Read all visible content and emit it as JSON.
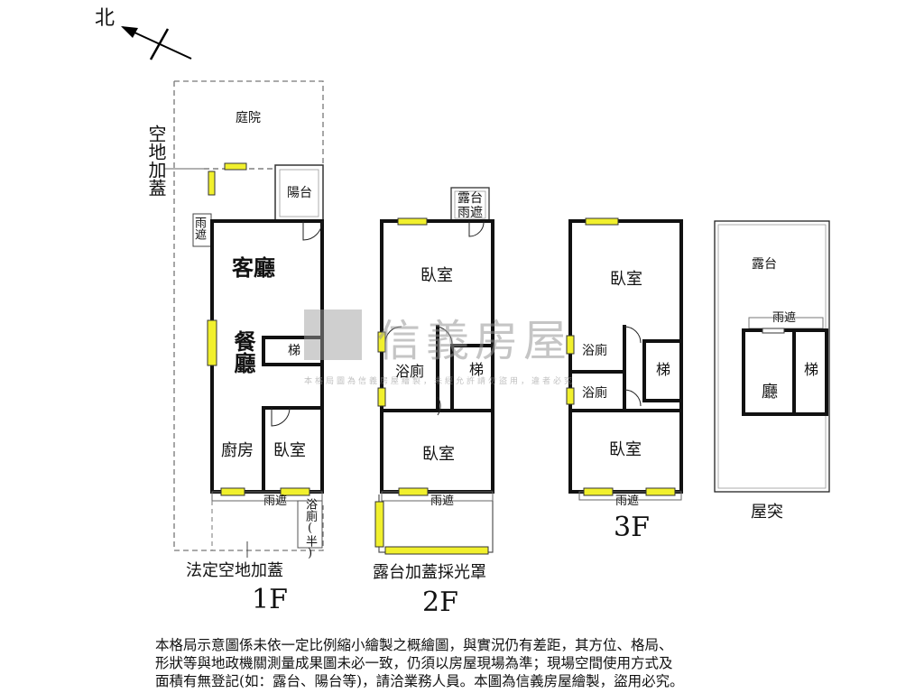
{
  "compass": {
    "north_label": "北"
  },
  "watermark": {
    "brand": "信義房屋",
    "notice": "本格局圖為信義房屋繪製，未經允許請勿盜用，違者必究"
  },
  "floor1": {
    "level": "1F",
    "yard": "庭院",
    "annex_side": "空地加蓋",
    "balcony": "陽台",
    "awning_side": "雨遮",
    "living": "客廳",
    "dining": "餐廳",
    "stairs": "梯",
    "kitchen": "廚房",
    "bedroom": "臥室",
    "awning_bottom": "雨遮",
    "half_bath": "浴廁(半)",
    "annex_caption": "法定空地加蓋"
  },
  "floor2": {
    "level": "2F",
    "terrace_awning": "露台雨遮",
    "bedroom_top": "臥室",
    "bath": "浴廁",
    "stairs": "梯",
    "bedroom_bottom": "臥室",
    "awning": "雨遮",
    "caption": "露台加蓋採光罩"
  },
  "floor3": {
    "level": "3F",
    "bedroom_top": "臥室",
    "bath_top": "浴廁",
    "bath_bottom": "浴廁",
    "stairs": "梯",
    "bedroom_bottom": "臥室",
    "awning": "雨遮"
  },
  "roof": {
    "level": "屋突",
    "terrace": "露台",
    "awning": "雨遮",
    "hall": "廳",
    "stairs": "梯"
  },
  "disclaimer": [
    "本格局示意圖係未依一定比例縮小繪製之概繪圖，與實況仍有差距，其方位、格局、",
    "形狀等與地政機關測量成果圖未必一致，仍須以房屋現場為準；現場空間使用方式及",
    "面積有無登記(如：露台、陽台等)，請洽業務人員。本圖為信義房屋繪製，盜用必究。"
  ]
}
